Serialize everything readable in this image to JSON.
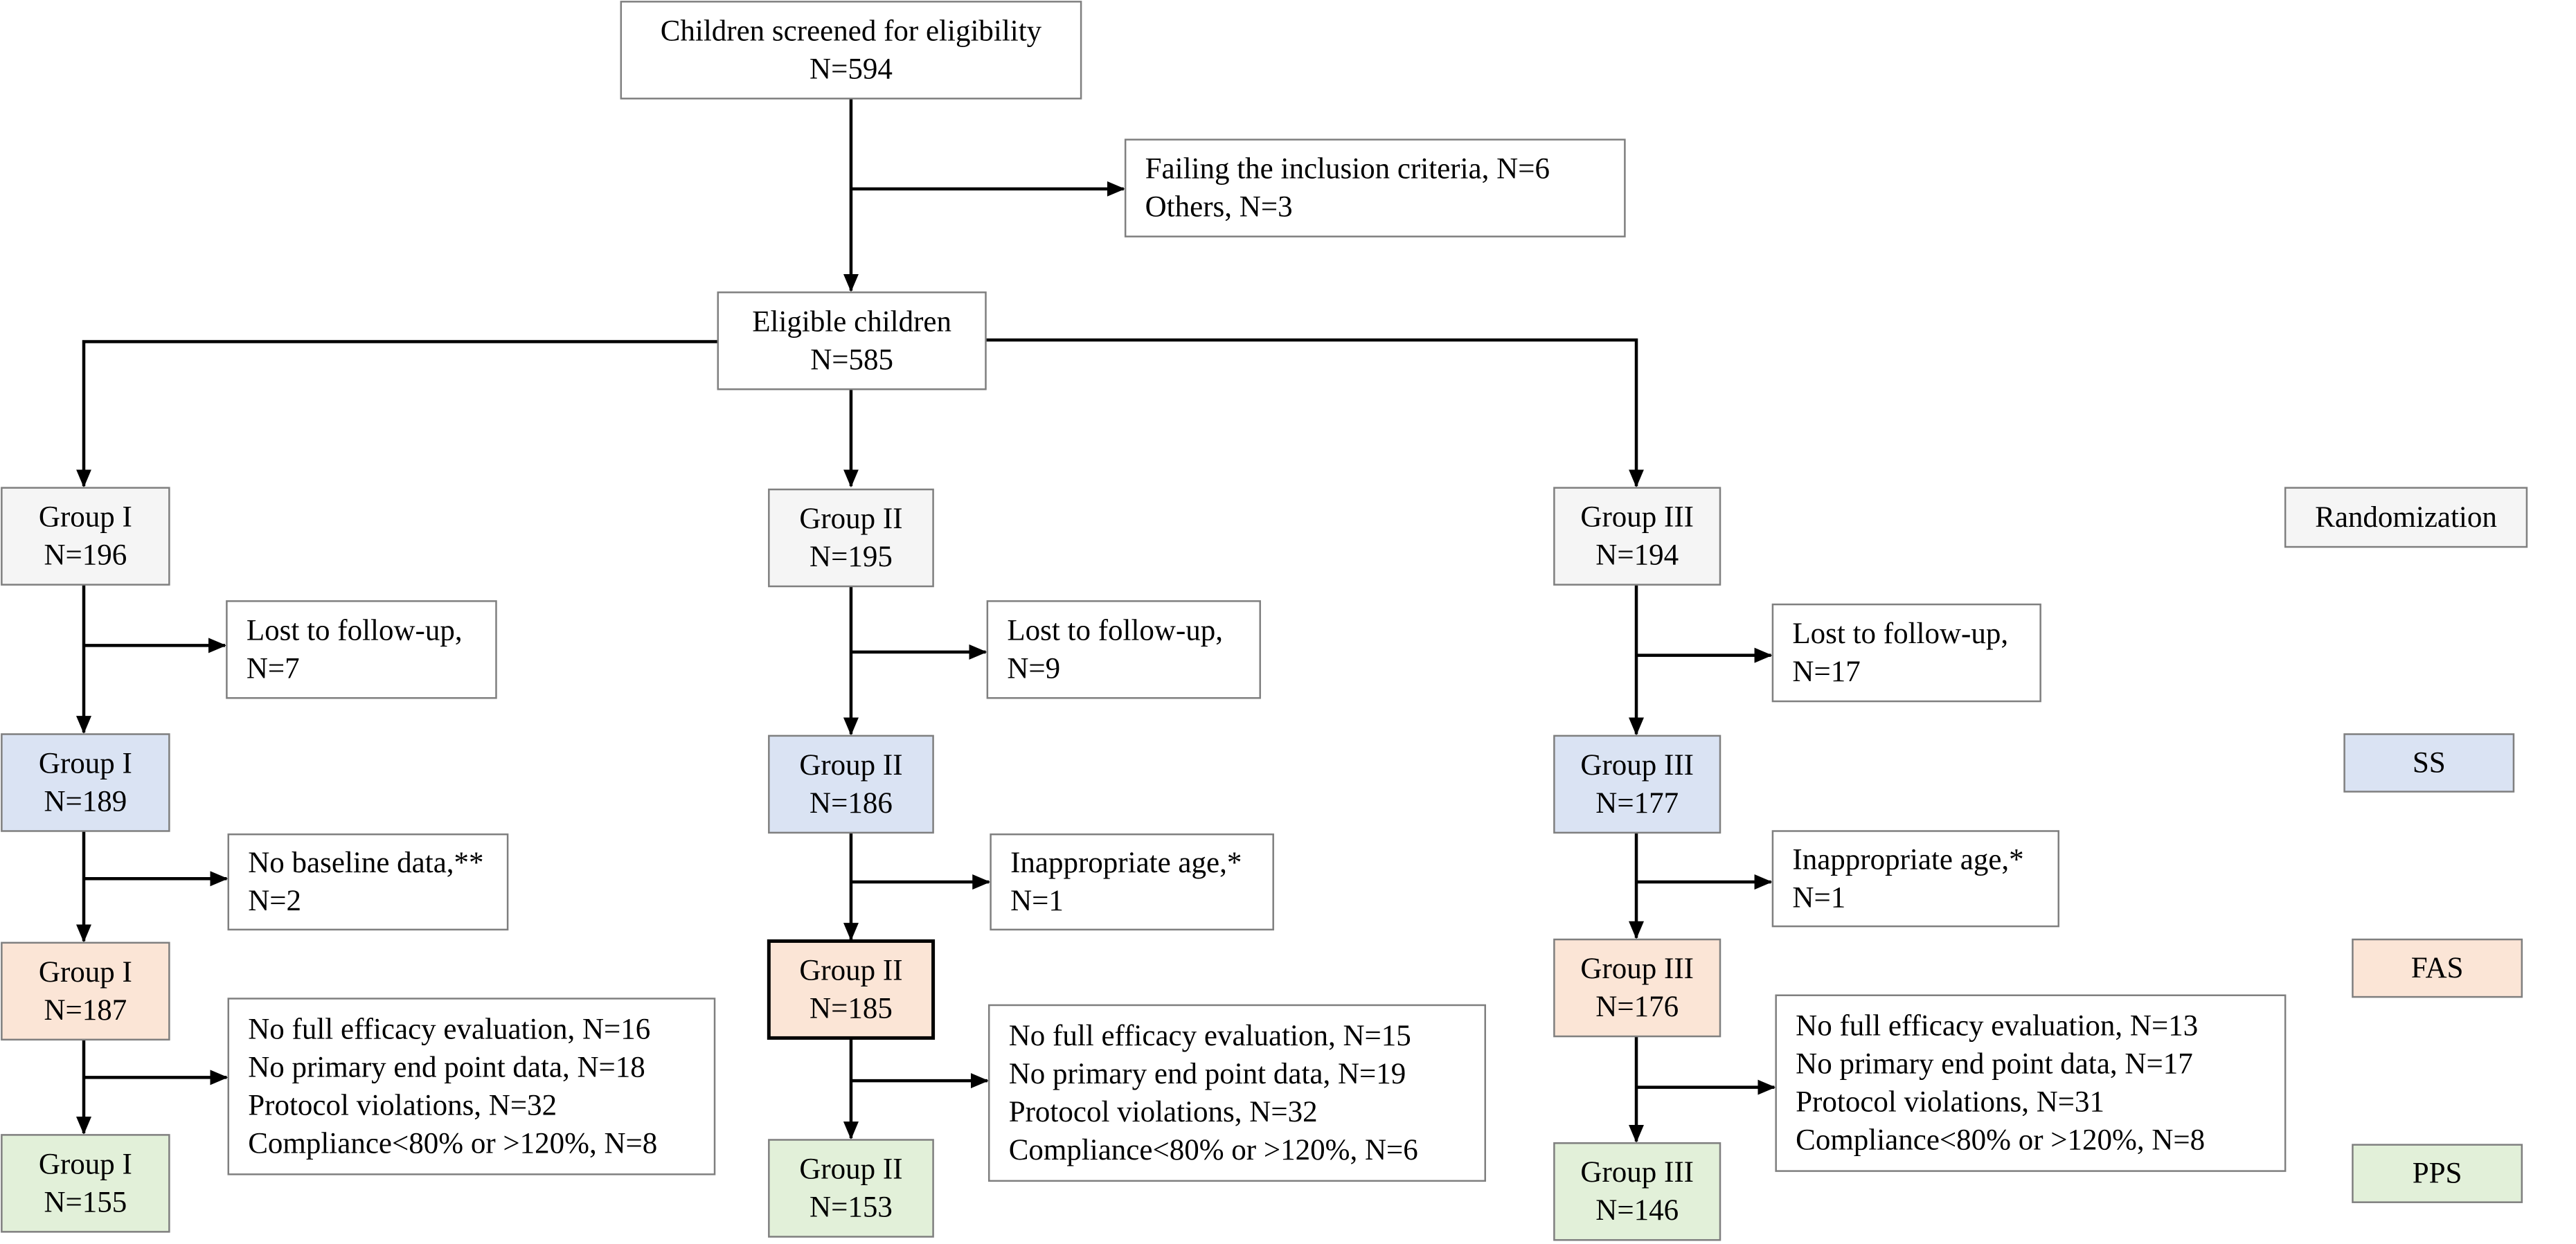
{
  "colors": {
    "randomization": "#f5f5f5",
    "ss": "#dae3f3",
    "fas": "#fbe5d6",
    "pps": "#e2f0d9",
    "plain": "#ffffff"
  },
  "screened": {
    "line1": "Children screened for eligibility",
    "line2": "N=594"
  },
  "excluded": {
    "line1": "Failing the inclusion criteria, N=6",
    "line2": "Others, N=3"
  },
  "eligible": {
    "line1": "Eligible children",
    "line2": "N=585"
  },
  "legend": {
    "randomization": "Randomization",
    "ss": "SS",
    "fas": "FAS",
    "pps": "PPS"
  },
  "groups": [
    {
      "randomized": {
        "name": "Group I",
        "n": "N=196"
      },
      "lost": {
        "line1": "Lost to follow-up,",
        "line2": "N=7"
      },
      "ss": {
        "name": "Group I",
        "n": "N=189"
      },
      "ss_excl": {
        "line1": "No baseline data,**",
        "line2": "N=2"
      },
      "fas": {
        "name": "Group I",
        "n": "N=187"
      },
      "pps_excl": {
        "line1": "No full efficacy evaluation, N=16",
        "line2": "No primary end point data, N=18",
        "line3": "Protocol violations, N=32",
        "line4": "Compliance<80% or >120%, N=8"
      },
      "pps": {
        "name": "Group I",
        "n": "N=155"
      }
    },
    {
      "randomized": {
        "name": "Group II",
        "n": "N=195"
      },
      "lost": {
        "line1": "Lost to follow-up,",
        "line2": "N=9"
      },
      "ss": {
        "name": "Group II",
        "n": "N=186"
      },
      "ss_excl": {
        "line1": "Inappropriate age,*",
        "line2": "N=1"
      },
      "fas": {
        "name": "Group II",
        "n": "N=185"
      },
      "pps_excl": {
        "line1": "No full efficacy evaluation, N=15",
        "line2": "No primary end point data, N=19",
        "line3": "Protocol violations, N=32",
        "line4": "Compliance<80% or >120%, N=6"
      },
      "pps": {
        "name": "Group II",
        "n": "N=153"
      }
    },
    {
      "randomized": {
        "name": "Group III",
        "n": "N=194"
      },
      "lost": {
        "line1": "Lost to follow-up,",
        "line2": "N=17"
      },
      "ss": {
        "name": "Group III",
        "n": "N=177"
      },
      "ss_excl": {
        "line1": "Inappropriate age,*",
        "line2": "N=1"
      },
      "fas": {
        "name": "Group III",
        "n": "N=176"
      },
      "pps_excl": {
        "line1": "No full efficacy evaluation, N=13",
        "line2": "No primary end point data, N=17",
        "line3": "Protocol violations, N=31",
        "line4": "Compliance<80% or >120%, N=8"
      },
      "pps": {
        "name": "Group III",
        "n": "N=146"
      }
    }
  ]
}
